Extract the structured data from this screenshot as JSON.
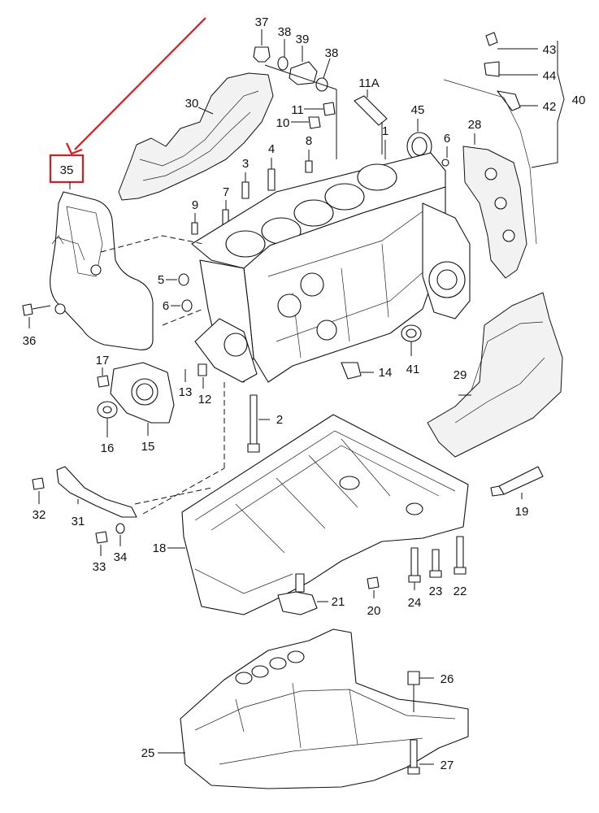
{
  "highlight": {
    "label": "35",
    "color": "#e0191c"
  },
  "callouts": {
    "c1": "1",
    "c2": "2",
    "c3": "3",
    "c4": "4",
    "c5": "5",
    "c6": "6",
    "c6b": "6",
    "c7": "7",
    "c8": "8",
    "c9": "9",
    "c10": "10",
    "c11": "11",
    "c11a": "11A",
    "c12": "12",
    "c13": "13",
    "c14": "14",
    "c15": "15",
    "c16": "16",
    "c17": "17",
    "c18": "18",
    "c19": "19",
    "c20": "20",
    "c21": "21",
    "c22": "22",
    "c23": "23",
    "c24": "24",
    "c25": "25",
    "c26": "26",
    "c27": "27",
    "c28": "28",
    "c29": "29",
    "c30": "30",
    "c31": "31",
    "c32": "32",
    "c33": "33",
    "c34": "34",
    "c36": "36",
    "c37": "37",
    "c38": "38",
    "c38b": "38",
    "c39": "39",
    "c40": "40",
    "c41": "41",
    "c42": "42",
    "c43": "43",
    "c44": "44",
    "c45": "45"
  }
}
